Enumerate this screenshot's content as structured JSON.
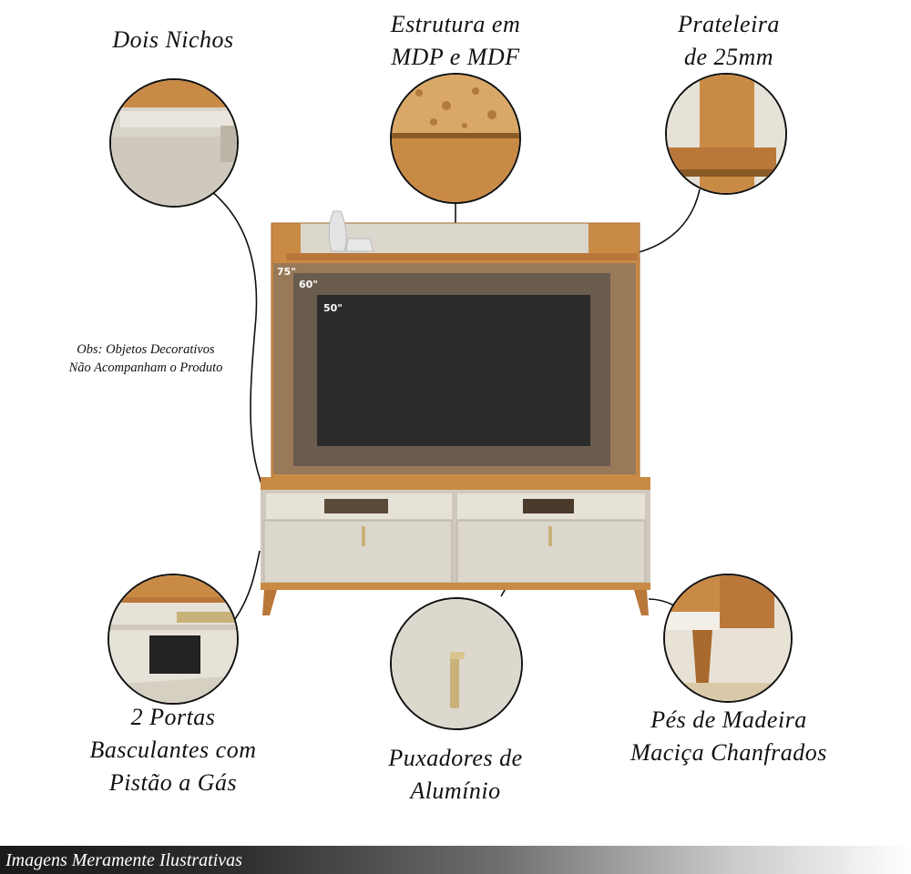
{
  "labels": {
    "nichos": "Dois Nichos",
    "estrutura": [
      "Estrutura em",
      "MDP e MDF"
    ],
    "prateleira": [
      "Prateleira",
      "de 25mm"
    ],
    "portas": [
      "2 Portas",
      "Basculantes com",
      "Pistão a Gás"
    ],
    "puxadores": [
      "Puxadores de",
      "Alumínio"
    ],
    "pes": [
      "Pés de Madeira",
      "Maciça Chanfrados"
    ]
  },
  "note": [
    "Obs: Objetos Decorativos",
    "Não Acompanham o Produto"
  ],
  "tv_sizes": [
    "75\"",
    "60\"",
    "50\""
  ],
  "footer": "Imagens Meramente Ilustrativas",
  "colors": {
    "wood": "#c98a45",
    "wood_dark": "#a86a2e",
    "off_white": "#dcd7cc",
    "tv": "#2b2b2b",
    "handle": "#c9b27a"
  }
}
